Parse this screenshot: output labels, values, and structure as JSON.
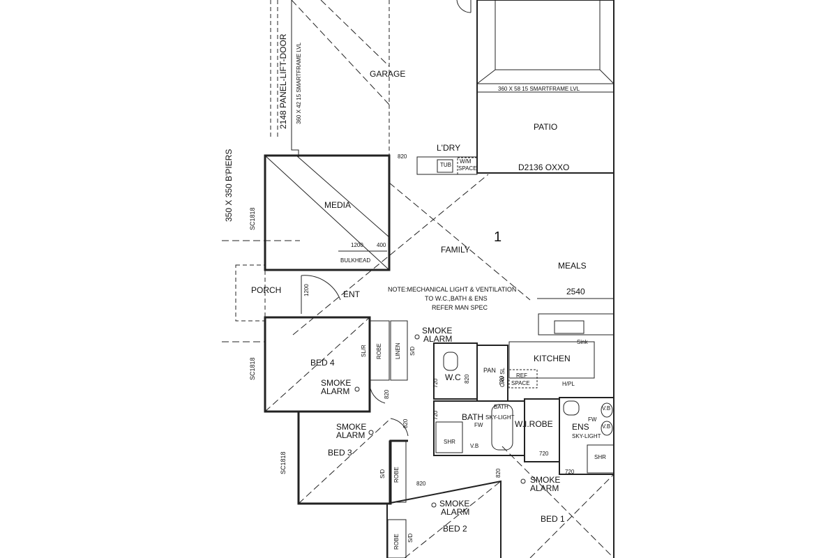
{
  "level_number": "1",
  "rooms": {
    "garage": "GARAGE",
    "patio": "PATIO",
    "laundry": "L'DRY",
    "media": "MEDIA",
    "family": "FAMILY",
    "meals": "MEALS",
    "porch": "PORCH",
    "entry": "ENT",
    "kitchen": "KITCHEN",
    "wc": "W.C",
    "pantry": "PAN",
    "bath": "BATH",
    "walk_in_robe": "W.I.ROBE",
    "ensuite": "ENS",
    "bed_4": "BED 4",
    "bed_3": "BED 3",
    "bed_2": "BED 2",
    "bed_1": "BED 1"
  },
  "fixtures": {
    "tub": "TUB",
    "wm_space_1": "W/M",
    "wm_space_2": "SPACE",
    "ref_space_1": "REF",
    "ref_space_2": "SPACE",
    "sink": "Sink",
    "hplt": "H/PL",
    "shr_bath": "SHR",
    "shr_ens": "SHR",
    "vb_bath": "V.B",
    "fw_bath": "FW",
    "fw_ens": "FW",
    "vb_ens_1": "V.B",
    "vb_ens_2": "V.B",
    "bath_skylight_1": "BATH",
    "bath_skylight_2": "SKY-LIGHT",
    "ens_skylight": "SKY-LIGHT",
    "bulkhead": "BULKHEAD",
    "bulkhead_dim_1": "1200",
    "bulkhead_dim_2": "400",
    "cav_sl": "CAV SL"
  },
  "annotations": {
    "garage_door": "2148 PANEL-LIFT-DOOR",
    "garage_beam": "360 X 42 15 SMARTFRAME LVL",
    "patio_beam": "360 X 58 15 SMARTFRAME LVL",
    "patio_door": "D2136 OXXO",
    "piers": "350 X 350 B'PIERS",
    "window_media": "SC1818",
    "window_bed4": "SC1818",
    "window_bed3": "SC1818",
    "meals_dim": "2540",
    "note_1": "NOTE:MECHANICAL LIGHT & VENTILATION",
    "note_2": "TO W.C.,BATH & ENS",
    "note_3": "REFER MAN SPEC",
    "entry_door": "1200"
  },
  "smoke_alarms": [
    "SMOKE",
    "ALARM"
  ],
  "door_dims": [
    "820",
    "820",
    "820",
    "820",
    "820",
    "720",
    "720",
    "720",
    "720",
    "820",
    "720"
  ],
  "cupboards": {
    "sl_bed4": "SL/R",
    "robe_bed4": "ROBE",
    "linen": "LINEN",
    "sd_hall": "S/D",
    "sd_bed3": "S/D",
    "robe_bed3": "ROBE",
    "robe_bed2": "ROBE",
    "sd_bed2": "S/D"
  }
}
